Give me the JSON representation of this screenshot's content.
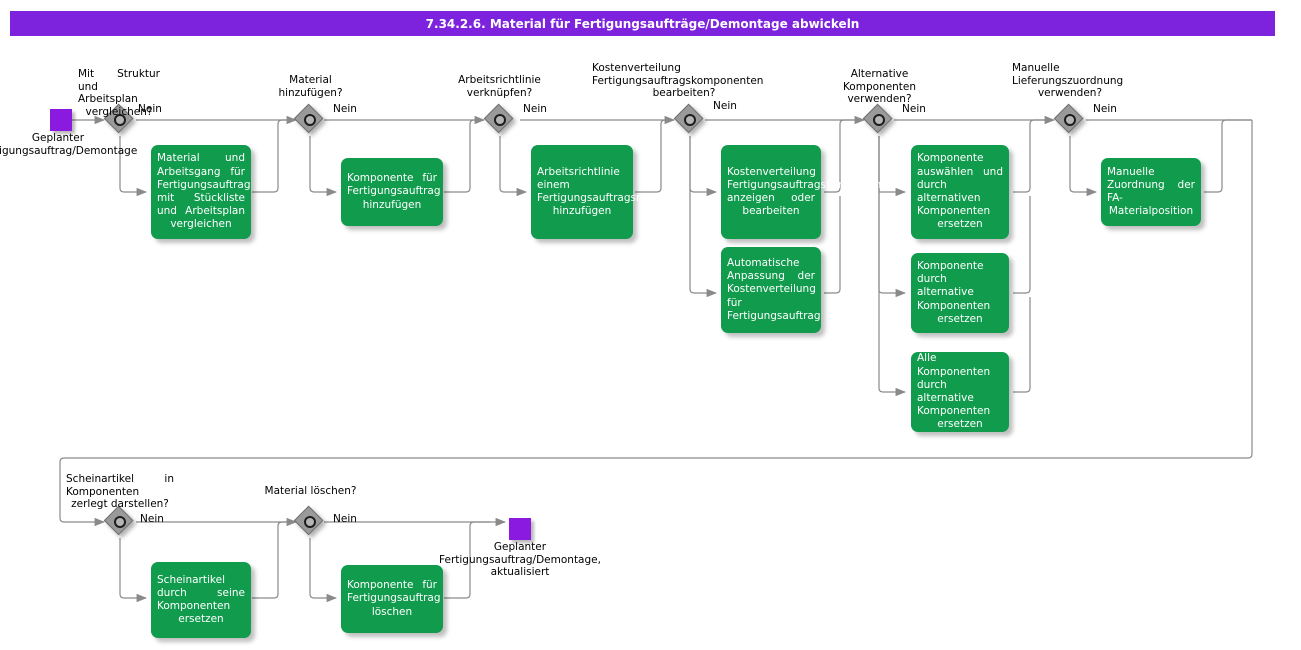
{
  "header": {
    "title": "7.34.2.6. Material für Fertigungsaufträge/Demontage abwickeln",
    "bar_color": "#7d22dd",
    "text_color": "#ffffff"
  },
  "palette": {
    "activity_green": "#109b4d",
    "terminator_purple": "#8a1ae0",
    "decision_gray": "#9a9a9a",
    "connector_gray": "#808080",
    "text_dark": "#000000",
    "text_light": "#ffffff"
  },
  "diagram": {
    "type": "flowchart",
    "orientation": "left-to-right, wraps to second row",
    "branch_label": "Nein",
    "terminators": [
      {
        "id": "start",
        "label": "Geplanter\nFertigungsauftrag/Demontage"
      },
      {
        "id": "end",
        "label": "Geplanter\nFertigungsauftrag/Demontage,\naktualisiert"
      }
    ],
    "decisions": [
      {
        "id": "d1",
        "label": "Mit Struktur und Arbeitsplan vergleichen?",
        "no_label": "Nein"
      },
      {
        "id": "d2",
        "label": "Material hinzufügen?",
        "no_label": "Nein"
      },
      {
        "id": "d3",
        "label": "Arbeitsrichtlinie verknüpfen?",
        "no_label": "Nein"
      },
      {
        "id": "d4",
        "label": "Kostenverteilung Fertigungsauftragskomponenten bearbeiten?",
        "no_label": "Nein"
      },
      {
        "id": "d5",
        "label": "Alternative Komponenten verwenden?",
        "no_label": "Nein"
      },
      {
        "id": "d6",
        "label": "Manuelle Lieferungszuordnung verwenden?",
        "no_label": "Nein"
      },
      {
        "id": "d7",
        "label": "Scheinartikel in Komponenten zerlegt darstellen?",
        "no_label": "Nein"
      },
      {
        "id": "d8",
        "label": "Material löschen?",
        "no_label": "Nein"
      }
    ],
    "activities": [
      {
        "id": "a1",
        "label": "Material und Arbeitsgang für Fertigungsauftrag mit Stückliste und Arbeitsplan vergleichen"
      },
      {
        "id": "a2",
        "label": "Komponente für Fertigungsauftrag hinzufügen"
      },
      {
        "id": "a3",
        "label": "Arbeitsrichtlinie einem Fertigungsauftragsmaterial hinzufügen"
      },
      {
        "id": "a4",
        "label": "Kostenverteilung Fertigungsauftragskomponente anzeigen oder bearbeiten"
      },
      {
        "id": "a5",
        "label": "Automatische Anpassung der Kostenverteilung für Fertigungsauftrag"
      },
      {
        "id": "a6",
        "label": "Komponente auswählen und durch alternativen Komponenten ersetzen"
      },
      {
        "id": "a7",
        "label": "Komponente durch alternative Komponenten ersetzen"
      },
      {
        "id": "a8",
        "label": "Alle Komponenten durch alternative Komponenten ersetzen"
      },
      {
        "id": "a9",
        "label": "Manuelle Zuordnung der FA-Materialposition"
      },
      {
        "id": "a10",
        "label": "Scheinartikel durch seine Komponenten ersetzen"
      },
      {
        "id": "a11",
        "label": "Komponente für Fertigungsauftrag löschen"
      }
    ]
  }
}
